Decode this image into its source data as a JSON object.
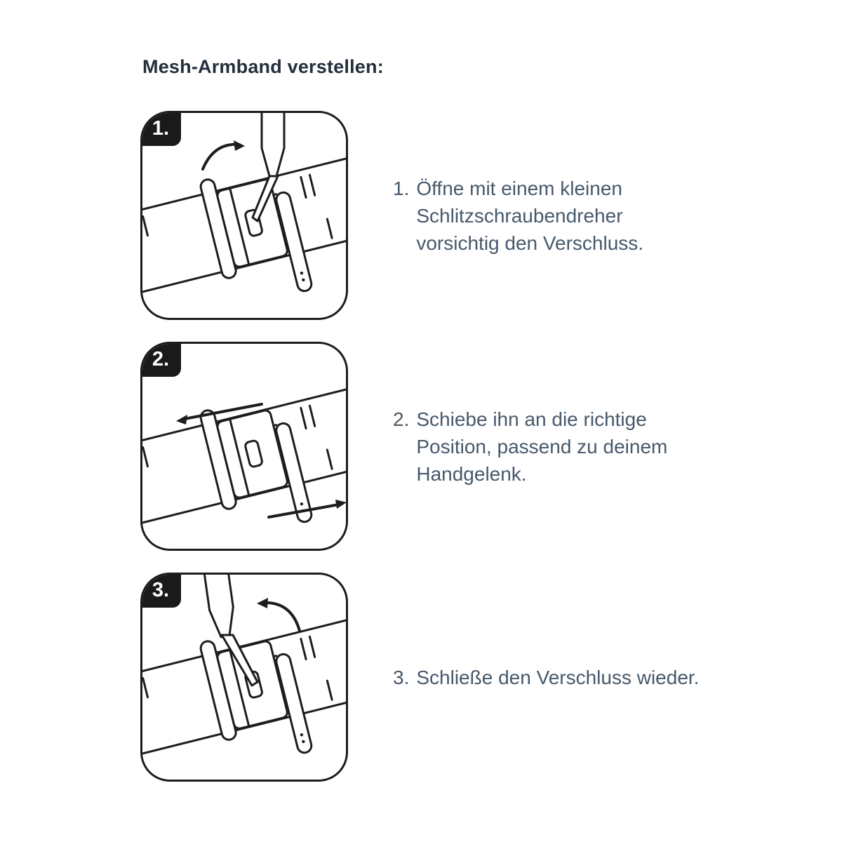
{
  "title": "Mesh-Armband verstellen:",
  "steps": [
    {
      "badge": "1.",
      "number": "1.",
      "text": "Öffne mit einem kleinen\nSchlitzschraubendreher\nvorsichtig den Verschluss.",
      "illustration": "screwdriver-opens-clasp"
    },
    {
      "badge": "2.",
      "number": "2.",
      "text": "Schiebe ihn an die richtige\nPosition, passend zu deinem\nHandgelenk.",
      "illustration": "slide-clasp-along-band"
    },
    {
      "badge": "3.",
      "number": "3.",
      "text": "Schließe den Verschluss wieder.",
      "illustration": "screwdriver-closes-clasp"
    }
  ],
  "colors": {
    "outline": "#1d1d1b",
    "badge_background": "#1a1a1a",
    "badge_text": "#ffffff",
    "body_text": "#47596b",
    "title_text": "#24303c",
    "background": "#ffffff"
  }
}
